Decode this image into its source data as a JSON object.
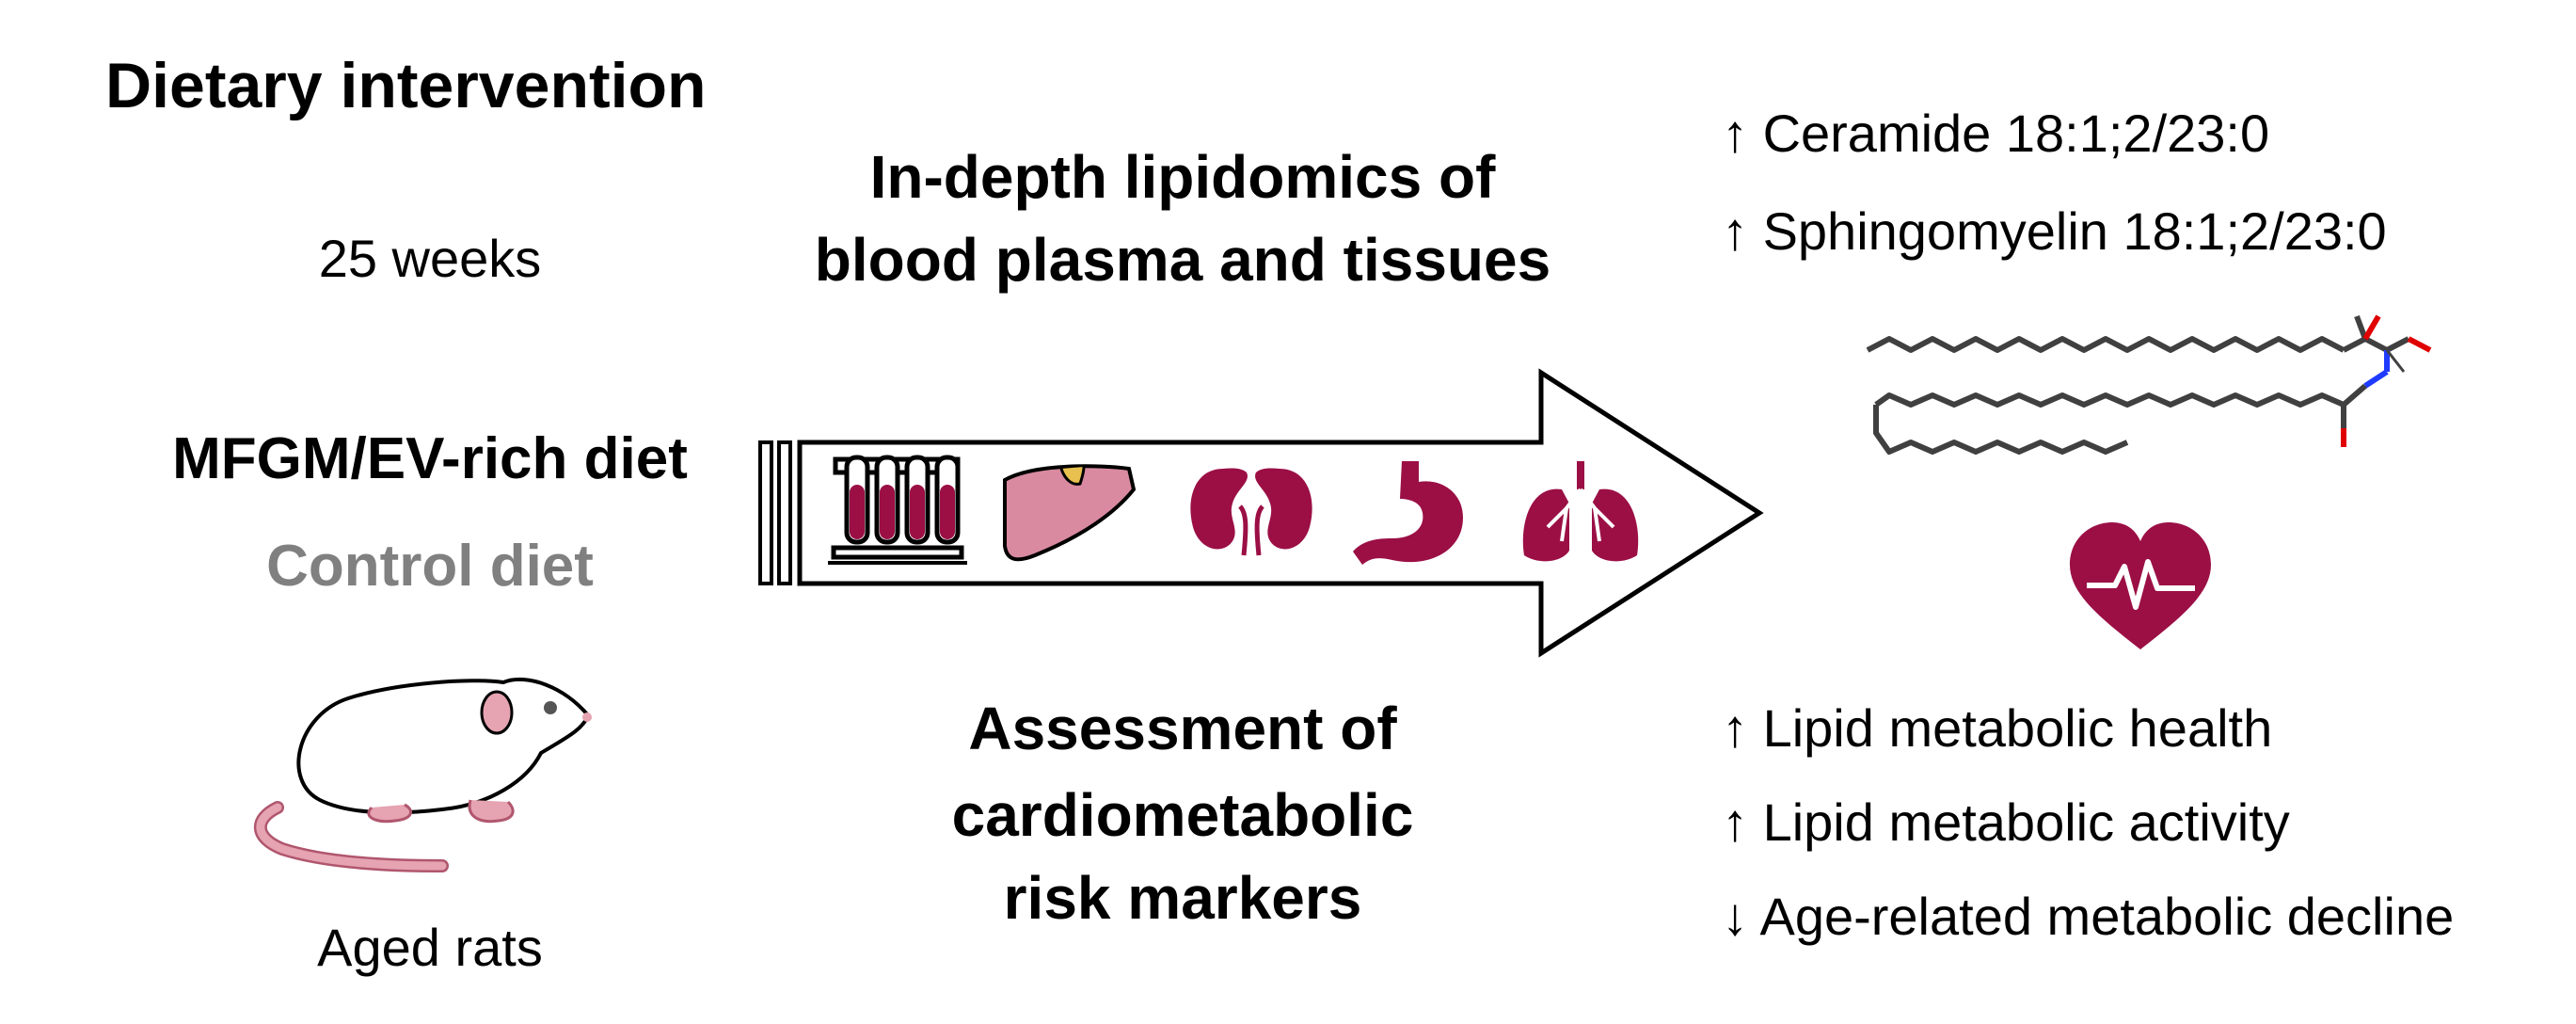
{
  "left": {
    "title": "Dietary intervention",
    "duration": "25 weeks",
    "diet_1": "MFGM/EV-rich diet",
    "diet_2": "Control diet",
    "subject": "Aged rats"
  },
  "center": {
    "top_line1": "In-depth lipidomics of",
    "top_line2": "blood plasma and tissues",
    "bottom_line1": "Assessment of",
    "bottom_line2": "cardiometabolic",
    "bottom_line3": "risk markers"
  },
  "right": {
    "lipids": [
      {
        "arrow": "↑",
        "text": "Ceramide 18:1;2/23:0"
      },
      {
        "arrow": "↑",
        "text": "Sphingomyelin 18:1;2/23:0"
      }
    ],
    "outcomes": [
      {
        "arrow": "↑",
        "text": "Lipid metabolic health"
      },
      {
        "arrow": "↑",
        "text": "Lipid metabolic activity"
      },
      {
        "arrow": "↓",
        "text": "Age-related metabolic decline"
      }
    ]
  },
  "colors": {
    "organ": "#9b0f45",
    "liver": "#d98aa0",
    "rat_pink": "#e6a3b1",
    "rat_outline": "#b0566e",
    "gray_text": "#808080",
    "bond": "#404040",
    "oxygen": "#e00000",
    "nitrogen": "#1f3bff"
  },
  "icons": [
    "test-tubes-icon",
    "liver-icon",
    "kidneys-icon",
    "stomach-icon",
    "lungs-icon",
    "heart-pulse-icon",
    "rat-icon",
    "lipid-structure-icon"
  ]
}
